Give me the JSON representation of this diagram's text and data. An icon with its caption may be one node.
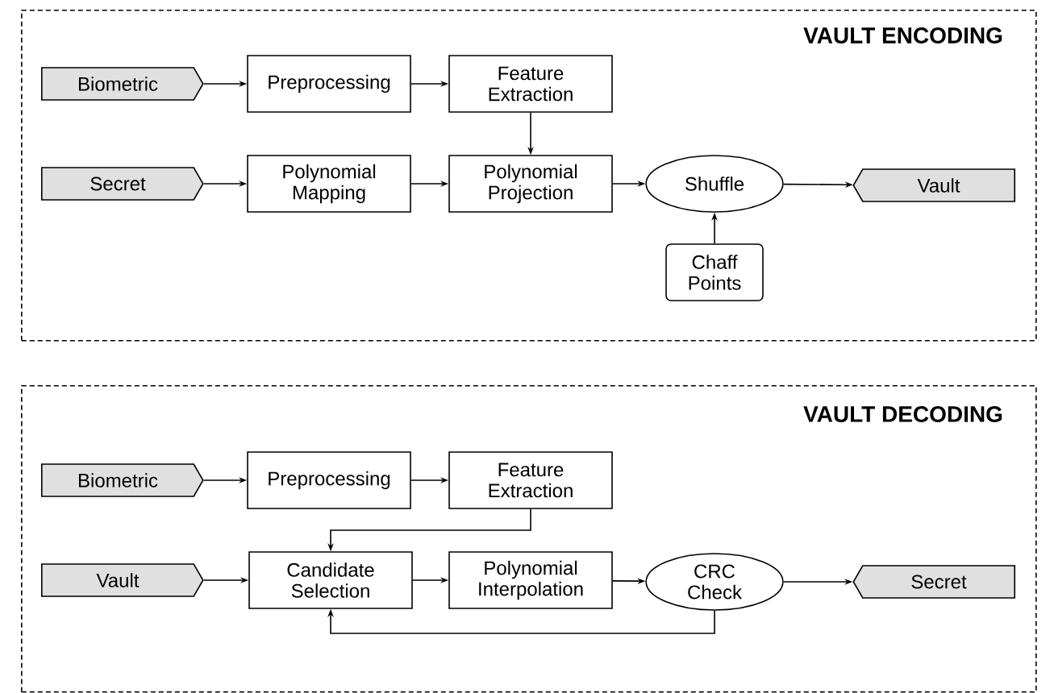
{
  "diagram": {
    "nodes": [
      {
        "text": [
          "VAULT ENCODING"
        ]
      },
      {
        "text": [
          "Biometric"
        ],
        "in": 0
      },
      {
        "text": [
          "Preprocessing"
        ],
        "in": 0
      },
      {
        "text": [
          "Feature Extraction"
        ],
        "in": 0
      },
      {
        "text": [
          "Secret"
        ],
        "in": 0
      },
      {
        "text": [
          "Polynomial Mapping"
        ],
        "in": 0
      },
      {
        "text": [
          "Polynomial Projection"
        ],
        "in": 0
      },
      {
        "text": [
          "Shuffle"
        ],
        "in": 0
      },
      {
        "text": [
          "Chaff Points"
        ],
        "in": 0
      },
      {
        "text": [
          "Vault"
        ],
        "in": 0
      },
      {
        "text": [
          "VAULT DECODING"
        ]
      },
      {
        "text": [
          "Biometric"
        ],
        "in": 10
      },
      {
        "text": [
          "Preprocessing"
        ],
        "in": 10
      },
      {
        "text": [
          "Feature Extraction"
        ],
        "in": 10
      },
      {
        "text": [
          "Vault"
        ],
        "in": 10
      },
      {
        "text": [
          "Candidate Selection"
        ],
        "in": 10
      },
      {
        "text": [
          "Polynomial Interpolation"
        ],
        "in": 10
      },
      {
        "text": [
          "CRC Check"
        ],
        "in": 10
      },
      {
        "text": [
          "Secret"
        ],
        "in": 10
      }
    ],
    "edges": [
      {
        "from": 1,
        "to": 2,
        "arrow": "to"
      },
      {
        "from": 2,
        "to": 3,
        "arrow": "to"
      },
      {
        "from": 3,
        "to": 6,
        "arrow": "to"
      },
      {
        "from": 4,
        "to": 5,
        "arrow": "to"
      },
      {
        "from": 5,
        "to": 6,
        "arrow": "to"
      },
      {
        "from": 6,
        "to": 7,
        "arrow": "to"
      },
      {
        "from": 8,
        "to": 7,
        "arrow": "to"
      },
      {
        "from": 7,
        "to": 9,
        "arrow": "to"
      },
      {
        "from": 11,
        "to": 12,
        "arrow": "to"
      },
      {
        "from": 12,
        "to": 13,
        "arrow": "to"
      },
      {
        "from": 13,
        "to": 15,
        "arrow": "to"
      },
      {
        "from": 14,
        "to": 15,
        "arrow": "to"
      },
      {
        "from": 15,
        "to": 16,
        "arrow": "to"
      },
      {
        "from": 16,
        "to": 17,
        "arrow": "to"
      },
      {
        "from": 17,
        "to": 18,
        "arrow": "to"
      },
      {
        "from": 17,
        "to": 15,
        "arrow": "to"
      }
    ]
  }
}
